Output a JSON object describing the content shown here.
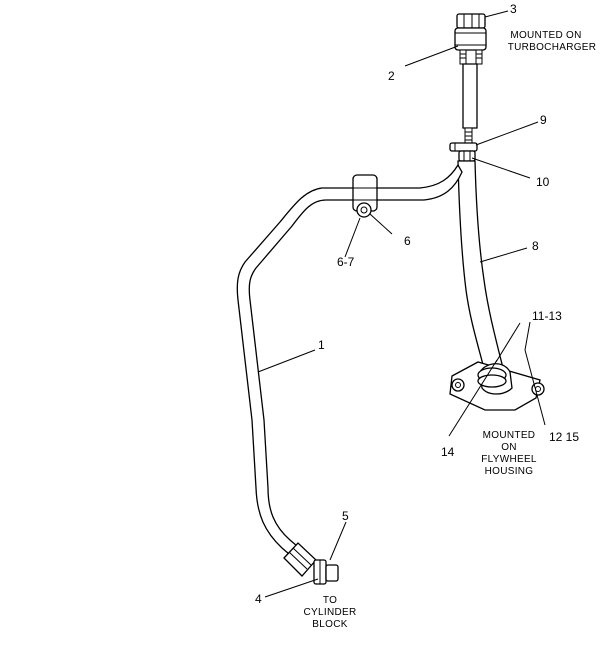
{
  "callouts": {
    "c1": "1",
    "c2": "2",
    "c3": "3",
    "c4": "4",
    "c5": "5",
    "c6": "6",
    "c6_7": "6-7",
    "c8": "8",
    "c9": "9",
    "c10": "10",
    "c11_13": "11-13",
    "c12_15": "12 15",
    "c14": "14"
  },
  "notes": {
    "turbo_line1": "MOUNTED ON",
    "turbo_line2": "TURBOCHARGER",
    "flywheel_line1": "MOUNTED",
    "flywheel_line2": "ON",
    "flywheel_line3": "FLYWHEEL",
    "flywheel_line4": "HOUSING",
    "block_line1": "TO",
    "block_line2": "CYLINDER",
    "block_line3": "BLOCK"
  }
}
